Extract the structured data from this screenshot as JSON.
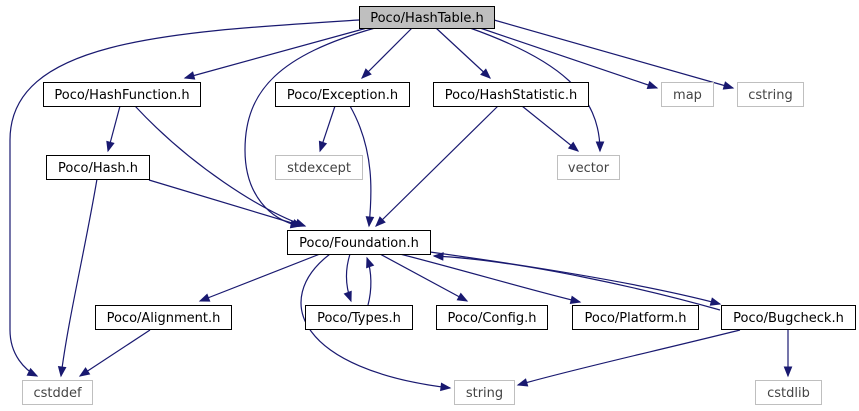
{
  "graph": {
    "colors": {
      "edge": "#191970",
      "project_border": "#000000",
      "system_border": "#bfbfbf",
      "root_fill": "#bfbfbf",
      "node_fill": "#ffffff",
      "system_text": "#444444"
    },
    "nodes": [
      {
        "id": "hashtable",
        "label": "Poco/HashTable.h",
        "kind": "root"
      },
      {
        "id": "hashfunction",
        "label": "Poco/HashFunction.h",
        "kind": "project"
      },
      {
        "id": "exception",
        "label": "Poco/Exception.h",
        "kind": "project"
      },
      {
        "id": "hashstatistic",
        "label": "Poco/HashStatistic.h",
        "kind": "project"
      },
      {
        "id": "map",
        "label": "map",
        "kind": "system"
      },
      {
        "id": "cstring",
        "label": "cstring",
        "kind": "system"
      },
      {
        "id": "hash",
        "label": "Poco/Hash.h",
        "kind": "project"
      },
      {
        "id": "stdexcept",
        "label": "stdexcept",
        "kind": "system"
      },
      {
        "id": "vector",
        "label": "vector",
        "kind": "system"
      },
      {
        "id": "foundation",
        "label": "Poco/Foundation.h",
        "kind": "project"
      },
      {
        "id": "alignment",
        "label": "Poco/Alignment.h",
        "kind": "project"
      },
      {
        "id": "types",
        "label": "Poco/Types.h",
        "kind": "project"
      },
      {
        "id": "config",
        "label": "Poco/Config.h",
        "kind": "project"
      },
      {
        "id": "platform",
        "label": "Poco/Platform.h",
        "kind": "project"
      },
      {
        "id": "bugcheck",
        "label": "Poco/Bugcheck.h",
        "kind": "project"
      },
      {
        "id": "cstddef",
        "label": "cstddef",
        "kind": "system"
      },
      {
        "id": "string",
        "label": "string",
        "kind": "system"
      },
      {
        "id": "cstdlib",
        "label": "cstdlib",
        "kind": "system"
      }
    ],
    "edges": [
      {
        "from": "hashtable",
        "to": "cstddef"
      },
      {
        "from": "hashtable",
        "to": "hashfunction"
      },
      {
        "from": "hashtable",
        "to": "foundation"
      },
      {
        "from": "hashtable",
        "to": "exception"
      },
      {
        "from": "hashtable",
        "to": "hashstatistic"
      },
      {
        "from": "hashtable",
        "to": "vector"
      },
      {
        "from": "hashtable",
        "to": "map"
      },
      {
        "from": "hashtable",
        "to": "cstring"
      },
      {
        "from": "hashfunction",
        "to": "hash"
      },
      {
        "from": "hashfunction",
        "to": "foundation"
      },
      {
        "from": "exception",
        "to": "stdexcept"
      },
      {
        "from": "exception",
        "to": "foundation"
      },
      {
        "from": "hashstatistic",
        "to": "foundation"
      },
      {
        "from": "hashstatistic",
        "to": "vector"
      },
      {
        "from": "hash",
        "to": "foundation"
      },
      {
        "from": "hash",
        "to": "cstddef"
      },
      {
        "from": "foundation",
        "to": "alignment"
      },
      {
        "from": "foundation",
        "to": "types"
      },
      {
        "from": "types",
        "to": "foundation"
      },
      {
        "from": "foundation",
        "to": "config"
      },
      {
        "from": "foundation",
        "to": "platform"
      },
      {
        "from": "foundation",
        "to": "bugcheck"
      },
      {
        "from": "bugcheck",
        "to": "foundation"
      },
      {
        "from": "foundation",
        "to": "string"
      },
      {
        "from": "alignment",
        "to": "cstddef"
      },
      {
        "from": "bugcheck",
        "to": "string"
      },
      {
        "from": "bugcheck",
        "to": "cstdlib"
      }
    ]
  }
}
